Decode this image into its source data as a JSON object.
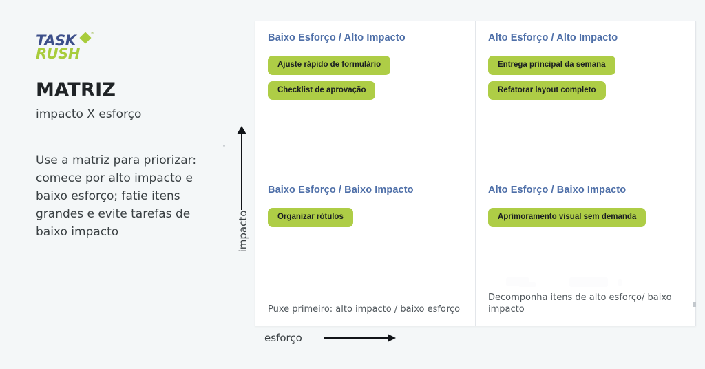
{
  "brand": {
    "logo_top": "TASK",
    "logo_bottom": "RUSH",
    "trademark": "®",
    "logo_blue": "#3d4f8a",
    "logo_green": "#a8cc3c"
  },
  "left_panel": {
    "title": "MATRIZ",
    "subtitle": "impacto X esforço",
    "blurb": "Use a matriz para priorizar: comece por alto impacto e baixo esforço; fatie itens grandes e evite tarefas de baixo impacto"
  },
  "axes": {
    "y_label": "impacto",
    "x_label": "esforço"
  },
  "theme": {
    "background": "#f4f7f8",
    "panel": "#ffffff",
    "border": "#e3e6ea",
    "heading_blue": "#4e6fa8",
    "chip_green": "#aecd46",
    "text_dark": "#1f2326"
  },
  "matrix": {
    "quadrants": [
      {
        "id": "baixo-esforco-alto-impacto",
        "title": "Baixo Esforço / Alto Impacto",
        "chips": [
          "Ajuste rápido de formulário",
          "Checklist de aprovação"
        ],
        "note": ""
      },
      {
        "id": "alto-esforco-alto-impacto",
        "title": "Alto Esforço / Alto Impacto",
        "chips": [
          "Entrega principal da semana",
          "Refatorar layout completo"
        ],
        "note": ""
      },
      {
        "id": "baixo-esforco-baixo-impacto",
        "title": "Baixo Esforço / Baixo Impacto",
        "chips": [
          "Organizar rótulos"
        ],
        "note": "Puxe primeiro: alto impacto / baixo esforço"
      },
      {
        "id": "alto-esforco-baixo-impacto",
        "title": "Alto Esforço / Baixo Impacto",
        "chips": [
          "Aprimoramento visual sem demanda"
        ],
        "note": "Decomponha itens de alto esforço/ baixo impacto"
      }
    ]
  }
}
